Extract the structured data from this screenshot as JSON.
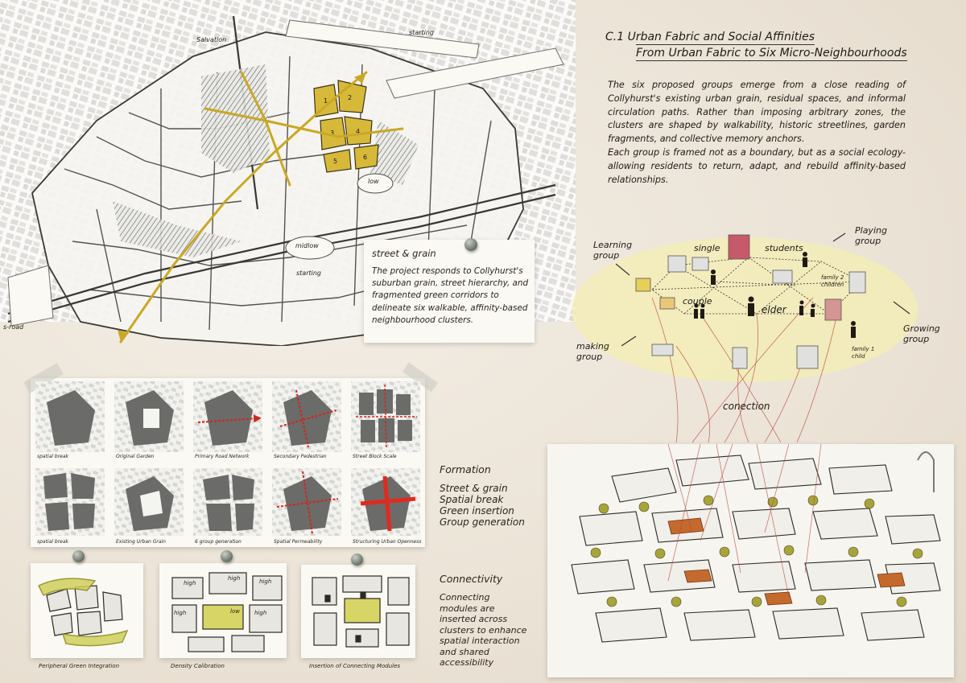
{
  "heading": {
    "line1": "C.1   Urban Fabric and Social Affinities",
    "line2": "From Urban Fabric to Six Micro-Neighbourhoods"
  },
  "intro": {
    "paragraph1": "The six proposed groups emerge from a close reading of Collyhurst's existing urban grain, residual spaces, and informal circulation paths. Rather than imposing arbitrary zones, the clusters are shaped by walkability, historic streetlines, garden fragments, and collective memory anchors.",
    "paragraph2": "Each group is framed not as a boundary, but as a social ecology-allowing residents to return, adapt, and rebuild affinity-based relationships."
  },
  "street_grain": {
    "title": "street & grain",
    "body": "The project responds to Collyhurst's suburban grain, street hierarchy, and fragmented green corridors to delineate six walkable, affinity-based neighbourhood clusters."
  },
  "map_labels": {
    "top": "Salvation",
    "right": "starting",
    "low": "low",
    "mid": "midlow",
    "bottom": "starting",
    "left": "s-road"
  },
  "diagram_row1": [
    "spatial break",
    "Original Garden",
    "Primary Road Network",
    "Secondary Pedestrian",
    "Street Block Scale"
  ],
  "diagram_row2": [
    "spatial break",
    "Existing Urban Grain",
    "6 group generation",
    "Spatial Permeability",
    "Structuring Urban Openness"
  ],
  "sketches": [
    "Peripheral Green Integration",
    "Density Calibration",
    "Insertion of Connecting Modules"
  ],
  "sketch_tags": [
    "high",
    "high",
    "high",
    "low",
    "high",
    "high"
  ],
  "formation": {
    "heading": "Formation",
    "items": [
      "Street & grain",
      "Spatial break",
      "Green insertion",
      "Group generation"
    ]
  },
  "connectivity": {
    "heading": "Connectivity",
    "body": "Connecting modules are inserted across clusters to enhance spatial interaction and shared accessibility"
  },
  "network": {
    "learning": "Learning group",
    "playing": "Playing group",
    "making": "making group",
    "growing": "Growing group",
    "single": "single",
    "students": "students",
    "couple": "couple",
    "elder": "elder",
    "family2": "family 2 children",
    "family1": "family 1 child",
    "connection": "conection"
  },
  "colors": {
    "accent_yellow": "#c9a825",
    "highlight_yellow": "#f3ecb0",
    "link_red": "#c0392b",
    "roof_orange": "#c46a2c",
    "tree_green": "#a7a43c"
  }
}
